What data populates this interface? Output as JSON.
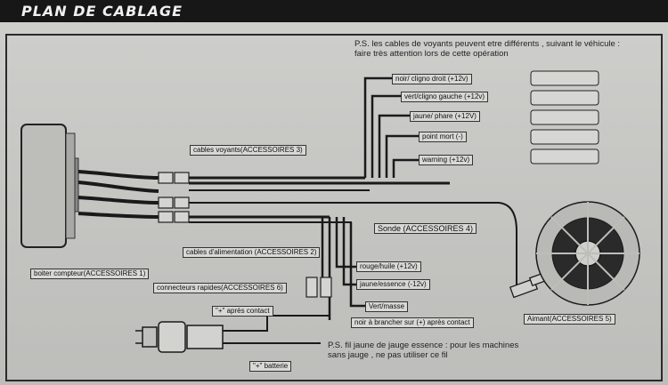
{
  "title": "PLAN DE CABLAGE",
  "note_top": "P.S. les cables de voyants peuvent etre différents , suivant le véhicule : faire très attention lors de cette opération",
  "note_bottom": "P.S. fil jaune de jauge essence : pour les machines sans jauge , ne pas utiliser ce fil",
  "labels": {
    "noir_clignodroit": "noir/ cligno droit (+12v)",
    "vert_clignogauche": "vert/cligno gauche (+12v)",
    "jaune_phare": "jaune/ phare (+12V)",
    "point_mort": "point mort (-)",
    "warning": "warning (+12v)",
    "cables_voyants": "cables voyants(ACCESSOIRES 3)",
    "sonde": "Sonde (ACCESSOIRES 4)",
    "cables_alimentation": "cables d'alimentation (ACCESSOIRES 2)",
    "boitier": "boiter compteur(ACCESSOIRES 1)",
    "rouge_huile": "rouge/huile (+12v)",
    "jaune_essence": "jaune/essence (-12v)",
    "connecteurs": "connecteurs rapides(ACCESSOIRES 6)",
    "vert_masse": "Vert/masse",
    "apres_contact": "\"+\" après contact",
    "noir_brancher": "noir à brancher sur (+) après contact",
    "aimant": "Aimant(ACCESSOIRES 5)",
    "batterie": "\"+\" batterie"
  },
  "colors": {
    "header": "#171717",
    "line": "#1a1a1a"
  }
}
